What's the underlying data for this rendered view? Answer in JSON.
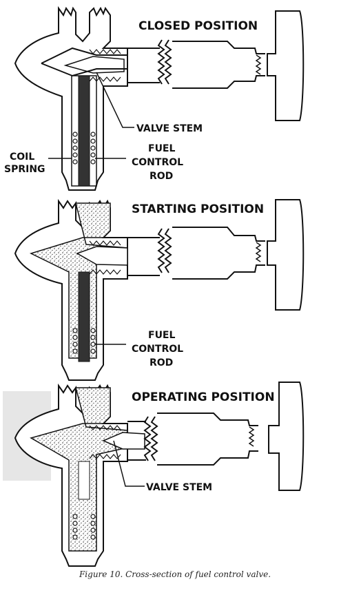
{
  "panels": [
    {
      "title": "CLOSED POSITION",
      "labels": {
        "valve_stem": "VALVE STEM",
        "coil": "COIL",
        "spring": "SPRING",
        "fuel": "FUEL",
        "control": "CONTROL",
        "rod": "ROD"
      }
    },
    {
      "title": "STARTING POSITION",
      "labels": {
        "fuel": "FUEL",
        "control": "CONTROL",
        "rod": "ROD"
      }
    },
    {
      "title": "OPERATING POSITION",
      "labels": {
        "valve_stem": "VALVE STEM"
      }
    }
  ],
  "caption": "Figure 10. Cross-section of fuel control valve."
}
